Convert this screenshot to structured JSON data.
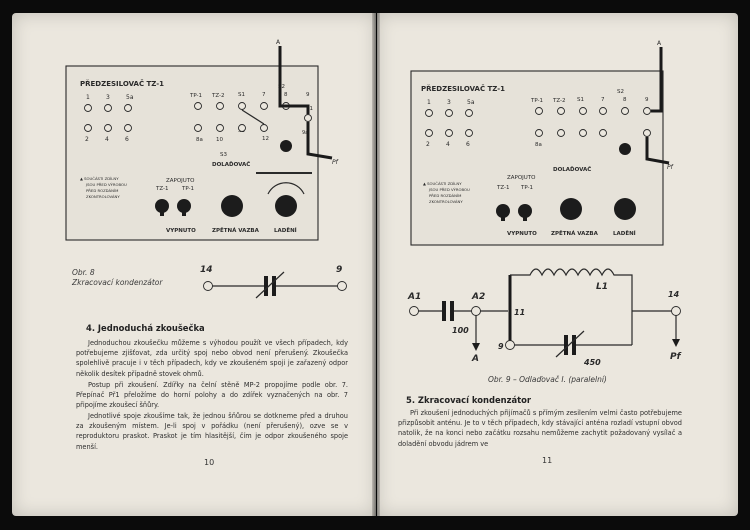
{
  "panel": {
    "title": "PŘEDZESILOVAČ TZ-1",
    "top_numbers": [
      "1",
      "3",
      "5a"
    ],
    "bottom_numbers": [
      "2",
      "4",
      "6"
    ],
    "tp_labels": [
      "TP-1",
      "TZ-2"
    ],
    "s_labels": [
      "S1",
      "S2",
      "S3"
    ],
    "right_numbers": [
      "7",
      "8",
      "9",
      "10",
      "11",
      "12"
    ],
    "n8a": "8a",
    "n9a": "9a",
    "dolaovac": "DOLAĎOVAČ",
    "zapojuto": "ZAPOJUTO",
    "tz1": "TZ-1",
    "tp1": "TP-1",
    "warning": [
      "▲ SOUČÁSTI ZDÍLNY",
      "JSOU PŘED VÝROBOU",
      "PŘED ROZDÁNÍM",
      "ZKONTROLOVÁNY"
    ],
    "knob_labels": [
      "VYPNUTO",
      "ZPĚTNÁ VAZBA",
      "LADĚNÍ"
    ],
    "terminal_a": "A",
    "terminal_pf": "Pf"
  },
  "left": {
    "fig8_caption": [
      "Obr. 8",
      "Zkracovací kondenzátor"
    ],
    "fig8_labels": [
      "14",
      "9"
    ],
    "heading": "4. Jednoduchá zkoušečka",
    "paragraphs": [
      "Jednoduchou zkoušečku můžeme s výhodou použít ve všech případech, kdy potřebujeme zjišťovat, zda určitý spoj nebo obvod není přerušený. Zkoušečka spolehlivě pracuje i v těch případech, kdy ve zkoušeném spoji je zařazený odpor několik desítek případně stovek ohmů.",
      "Postup při zkoušení. Zdířky na čelní stěně MP-2 propojíme podle obr. 7. Přepínač Př1 přeložíme do horní polohy a do zdířek vyznačených na obr. 7 připojíme zkoušecí šňůry.",
      "Jednotlivé spoje zkoušíme tak, že jednou šňůrou se dotkneme před a druhou za zkoušeným místem. Je-li spoj v pořádku (není přerušený), ozve se v reproduktoru praskot. Praskot je tím hlasitější, čím je odpor zkoušeného spoje menší."
    ],
    "page_number": "10"
  },
  "right": {
    "fig9_labels": {
      "a1": "A1",
      "a2": "A2",
      "n100": "100",
      "n11": "11",
      "n9": "9",
      "l1": "L1",
      "n14": "14",
      "n450": "450",
      "a": "A",
      "pf": "Pf"
    },
    "fig9_caption": "Obr. 9 – Odlaďovač I. (paralelní)",
    "heading": "5. Zkracovací kondenzátor",
    "paragraphs": [
      "Při zkoušení jednoduchých přijímačů s přímým zesilením velmi často potřebujeme přizpůsobit anténu. Je to v těch případech, kdy stávající anténa rozladí vstupní obvod natolik, že na konci nebo začátku rozsahu nemůžeme zachytit požadovaný vysílač a doladění obvodu jádrem ve"
    ],
    "page_number": "11"
  }
}
